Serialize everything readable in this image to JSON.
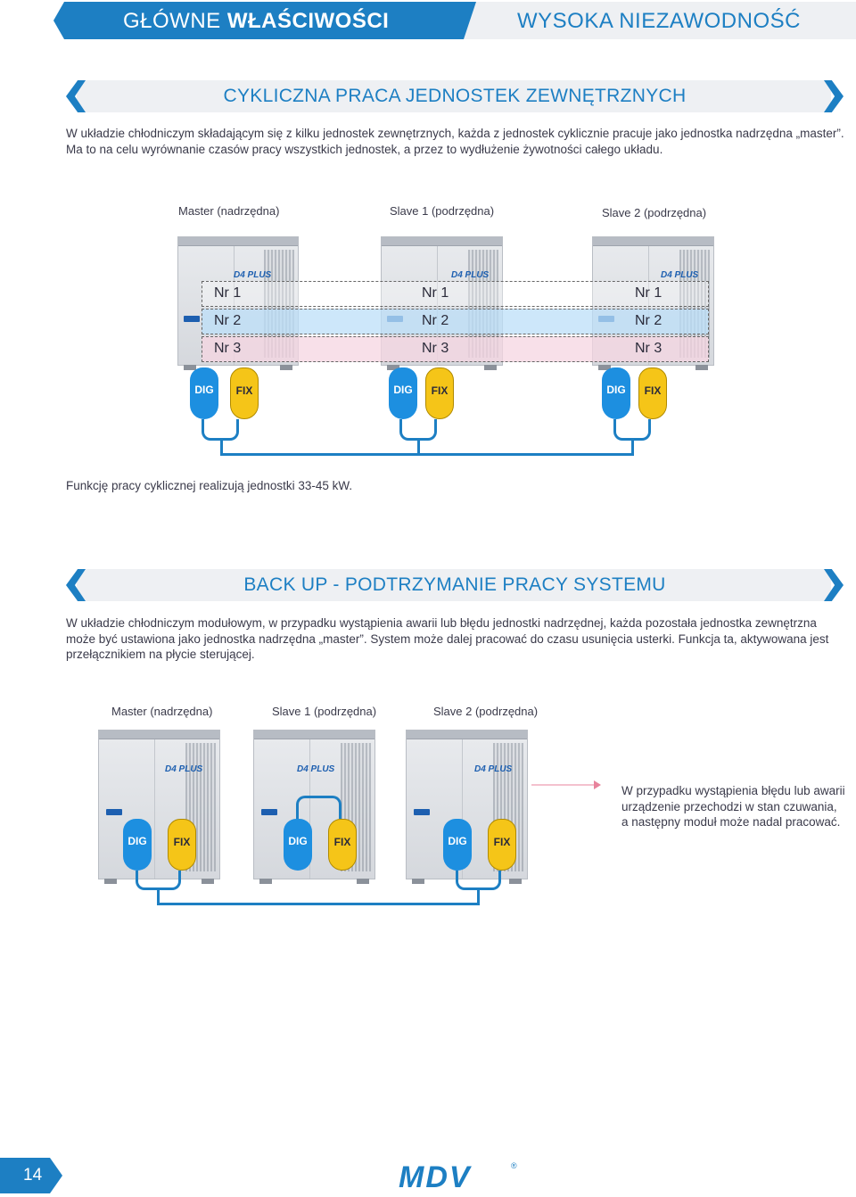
{
  "header": {
    "left_light": "GŁÓWNE ",
    "left_bold": "WŁAŚCIWOŚCI",
    "right": "WYSOKA NIEZAWODNOŚĆ"
  },
  "section1": {
    "title": "CYKLICZNA PRACA JEDNOSTEK ZEWNĘTRZNYCH",
    "text_line1": "W układzie chłodniczym składającym się z kilku jednostek zewnętrznych, każda z jednostek cyklicznie pracuje jako jednostka nadrzędna „master”.",
    "text_line2": "Ma to na celu wyrównanie czasów pracy wszystkich jednostek, a przez to wydłużenie żywotności całego układu.",
    "labels": [
      "Master (nadrzędna)",
      "Slave 1 (podrzędna)",
      "Slave 2 (podrzędna)"
    ],
    "nr": [
      "Nr 1",
      "Nr 2",
      "Nr 3"
    ],
    "note": "Funkcję pracy cyklicznej realizują jednostki 33-45 kW."
  },
  "section2": {
    "title": "BACK UP - PODTRZYMANIE PRACY SYSTEMU",
    "text_line1": "W układzie chłodniczym modułowym, w przypadku wystąpienia awarii lub błędu jednostki nadrzędnej, każda pozostała jednostka zewnętrzna",
    "text_line2": "może być ustawiona jako jednostka nadrzędna „master”. System może dalej pracować do czasu usunięcia usterki. Funkcja ta, aktywowana jest",
    "text_line3": "przełącznikiem na płycie sterującej.",
    "labels": [
      "Master (nadrzędna)",
      "Slave 1 (podrzędna)",
      "Slave 2 (podrzędna)"
    ],
    "callout_line1": "W przypadku wystąpienia błędu lub awarii",
    "callout_line2": "urządzenie przechodzi w stan czuwania,",
    "callout_line3": "a następny moduł może nadal pracować."
  },
  "compressors": {
    "dig": "DIG",
    "fix": "FIX"
  },
  "unit_brand": "D4 PLUS",
  "footer": {
    "page_number": "14",
    "logo": "MDV",
    "reg": "®"
  },
  "colors": {
    "accent": "#1d7fc3",
    "dig": "#1d8fe0",
    "fix": "#f5c518",
    "nr2_band": "#bcdff8",
    "nr3_band": "#f6d6e2"
  }
}
